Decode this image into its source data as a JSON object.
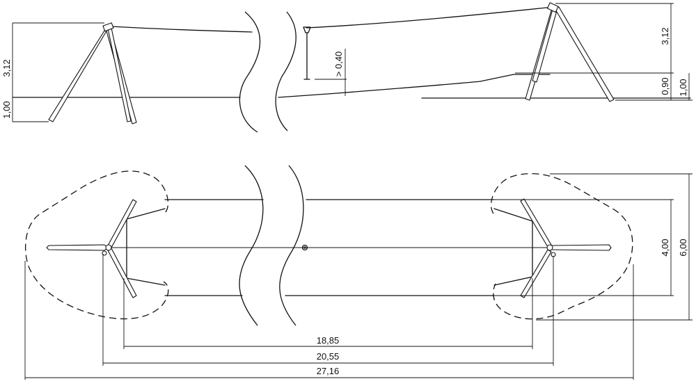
{
  "dimensions": {
    "side_total_height": "3,12",
    "side_left_base": "1,00",
    "side_right_top": "3,12",
    "side_right_mid": "0,90",
    "side_right_base": "1,00",
    "side_clearance": "> 0,40",
    "plan_inner_width": "4,00",
    "plan_outer_width": "6,00",
    "plan_len_inner": "18,85",
    "plan_len_mid": "20,55",
    "plan_len_total": "27,16"
  }
}
